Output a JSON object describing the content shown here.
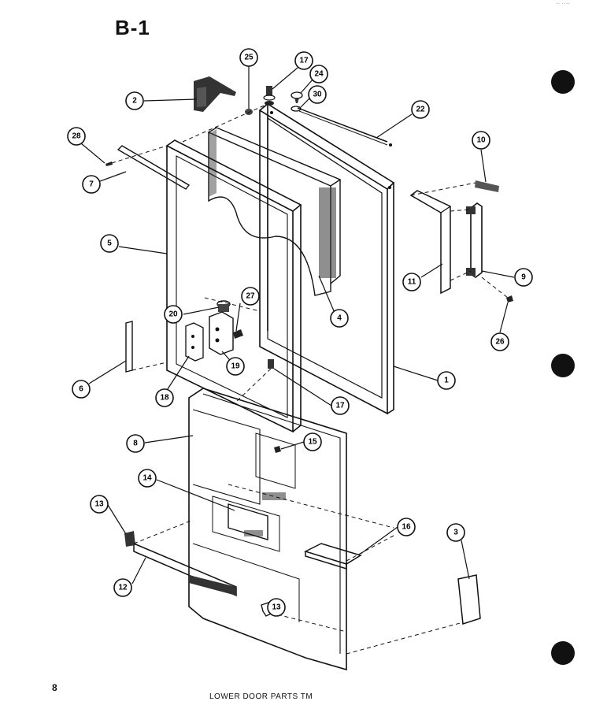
{
  "sheet_title": "B-1",
  "page_number": "8",
  "caption": "LOWER DOOR PARTS  TM",
  "corner_mark": "·· ····",
  "callouts": [
    {
      "id": "c2",
      "label": "2"
    },
    {
      "id": "c25",
      "label": "25"
    },
    {
      "id": "c17a",
      "label": "17"
    },
    {
      "id": "c24",
      "label": "24"
    },
    {
      "id": "c30",
      "label": "30"
    },
    {
      "id": "c22",
      "label": "22"
    },
    {
      "id": "c28",
      "label": "28"
    },
    {
      "id": "c7",
      "label": "7"
    },
    {
      "id": "c10",
      "label": "10"
    },
    {
      "id": "c5",
      "label": "5"
    },
    {
      "id": "c11",
      "label": "11"
    },
    {
      "id": "c9",
      "label": "9"
    },
    {
      "id": "c27",
      "label": "27"
    },
    {
      "id": "c20",
      "label": "20"
    },
    {
      "id": "c4",
      "label": "4"
    },
    {
      "id": "c26",
      "label": "26"
    },
    {
      "id": "c6",
      "label": "6"
    },
    {
      "id": "c19",
      "label": "19"
    },
    {
      "id": "c1",
      "label": "1"
    },
    {
      "id": "c18",
      "label": "18"
    },
    {
      "id": "c17b",
      "label": "17"
    },
    {
      "id": "c8",
      "label": "8"
    },
    {
      "id": "c15",
      "label": "15"
    },
    {
      "id": "c14",
      "label": "14"
    },
    {
      "id": "c13a",
      "label": "13"
    },
    {
      "id": "c16",
      "label": "16"
    },
    {
      "id": "c3",
      "label": "3"
    },
    {
      "id": "c12",
      "label": "12"
    },
    {
      "id": "c13b",
      "label": "13"
    }
  ]
}
